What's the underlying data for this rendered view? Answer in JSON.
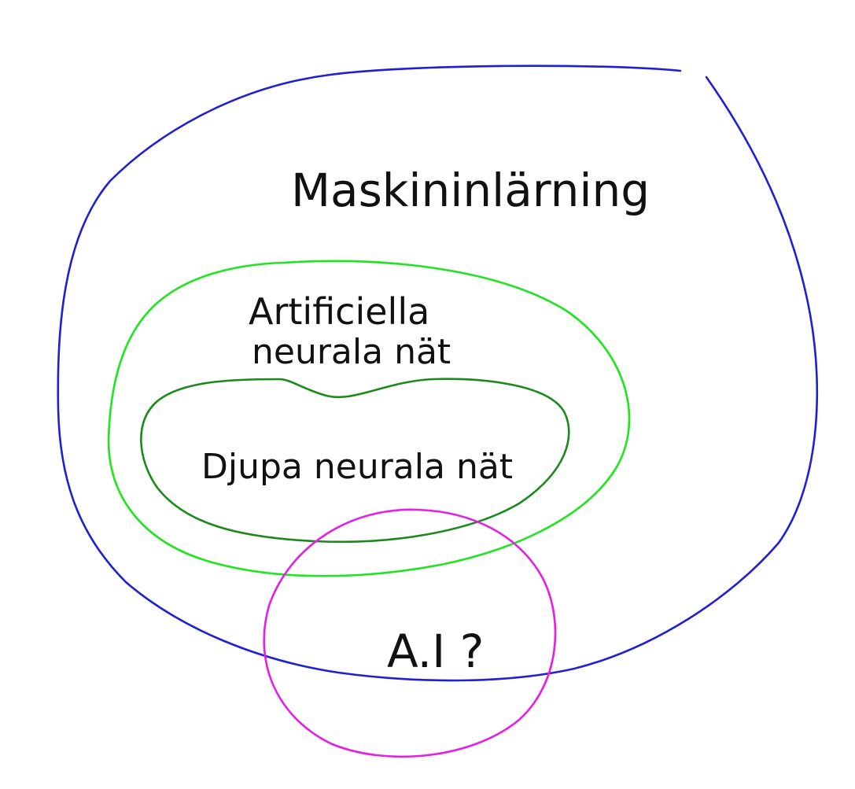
{
  "diagram": {
    "regions": [
      {
        "id": "ml",
        "label": "Maskininlärning",
        "color": "#1f1fd6"
      },
      {
        "id": "ann",
        "label_lines": [
          "Artificiella",
          "neurala nät"
        ],
        "color": "#1ee61e"
      },
      {
        "id": "dnn",
        "label": "Djupa neurala nät",
        "color": "#1a8a1a"
      },
      {
        "id": "ai",
        "label": "A.I ?",
        "color": "#e61ee6"
      }
    ]
  }
}
